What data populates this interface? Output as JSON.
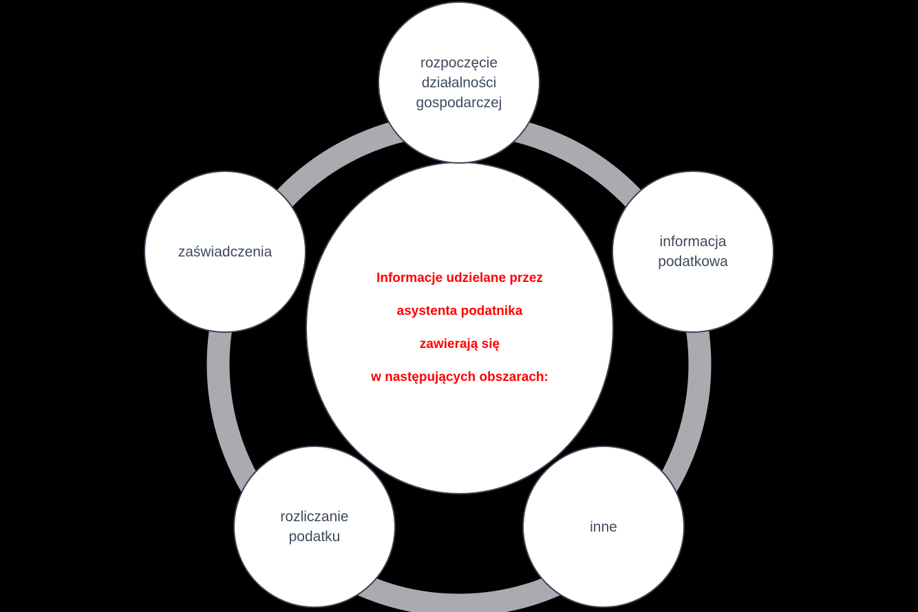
{
  "center": {
    "text": "Informacje udzielane przez\nasystenta podatnika\nzawierają się\nw następujących obszarach:"
  },
  "nodes": [
    {
      "label": "rozpoczęcie\ndziałalności\ngospodarczej"
    },
    {
      "label": "informacja\npodatkowa"
    },
    {
      "label": "inne"
    },
    {
      "label": "rozliczanie\npodatku"
    },
    {
      "label": "zaświadczenia"
    }
  ],
  "colors": {
    "background": "#000000",
    "ring": "#a9abb0",
    "node_fill": "#ffffff",
    "node_border": "#3b4252",
    "node_text": "#3e4a5c",
    "center_text": "#ff0000"
  }
}
